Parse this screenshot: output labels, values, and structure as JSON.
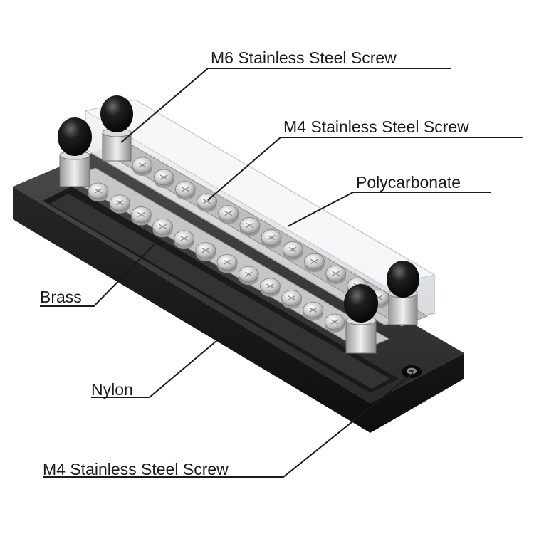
{
  "labels": {
    "m6_screw": "M6 Stainless Steel Screw",
    "m4_screw_top": "M4 Stainless Steel Screw",
    "polycarbonate": "Polycarbonate",
    "brass": "Brass",
    "nylon": "Nylon",
    "m4_screw_bottom": "M4 Stainless Steel Screw"
  },
  "colors": {
    "nylon_base": "#2b2b2b",
    "brass_bar": "#b8b8b8",
    "polycarbonate_cover": "#e6e8ea",
    "stud_cap": "#111111",
    "leader_line": "#1a1a1a"
  }
}
